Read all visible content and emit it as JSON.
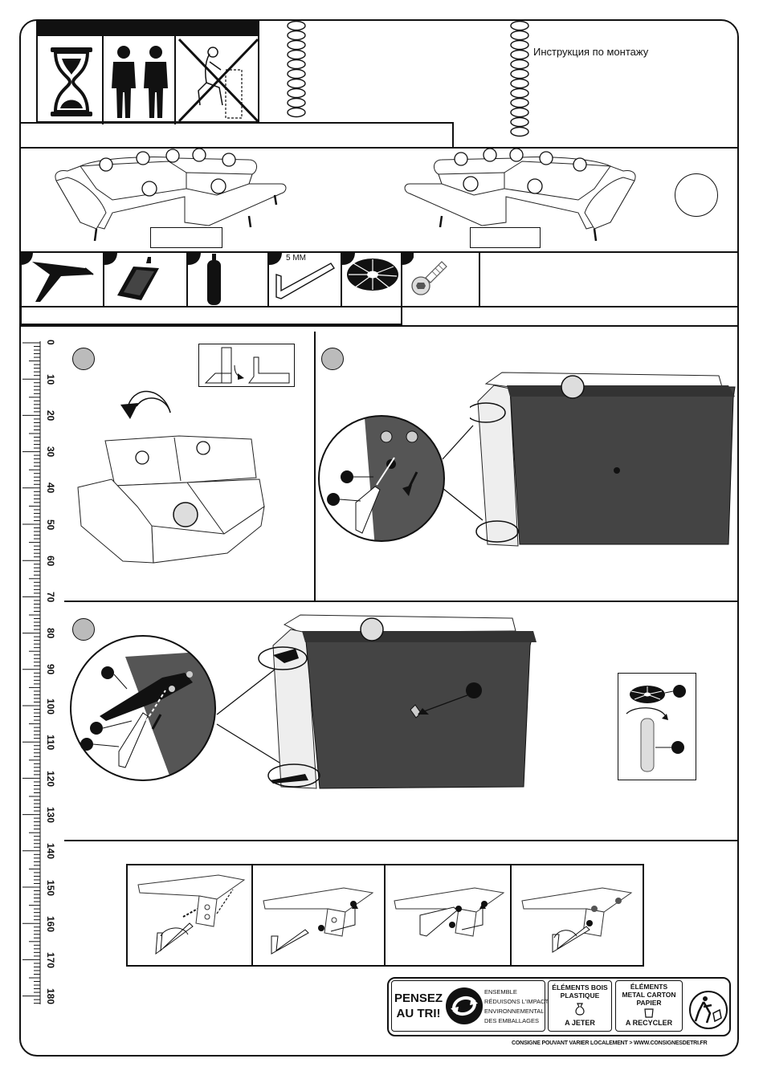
{
  "header": {
    "title": "Инструкция по монтажу",
    "callout_column_left_count": 10,
    "callout_column_right_count": 12
  },
  "parts": {
    "allen_key_label": "5 MM"
  },
  "ruler": {
    "labels": [
      "0",
      "10",
      "20",
      "30",
      "40",
      "50",
      "60",
      "70",
      "80",
      "90",
      "100",
      "110",
      "120",
      "130",
      "140",
      "150",
      "160",
      "170",
      "180"
    ]
  },
  "recycling": {
    "main_line1": "PENSEZ",
    "main_line2": "AU TRI!",
    "slogan_line1": "ENSEMBLE",
    "slogan_line2": "RÉDUISONS L'IMPACT",
    "slogan_line3": "ENVIRONNEMENTAL",
    "slogan_line4": "DES EMBALLAGES",
    "box1_title_line1": "ÉLÉMENTS BOIS",
    "box1_title_line2": "PLASTIQUE",
    "box1_action": "A JETER",
    "box2_title_line1": "ÉLÉMENTS",
    "box2_title_line2": "METAL CARTON",
    "box2_title_line3": "PAPIER",
    "box2_action": "A RECYCLER",
    "note": "CONSIGNE POUVANT VARIER LOCALEMENT > WWW.CONSIGNESDETRI.FR"
  }
}
